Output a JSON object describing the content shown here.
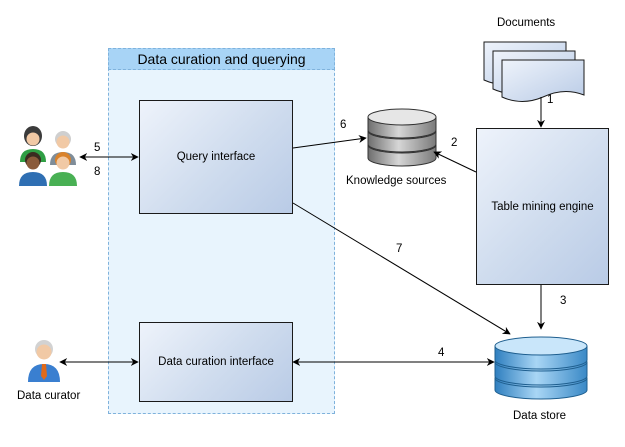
{
  "group": {
    "title": "Data curation and querying"
  },
  "nodes": {
    "query_interface": "Query interface",
    "curation_interface": "Data curation interface",
    "table_mining_engine": "Table mining engine",
    "documents": "Documents",
    "knowledge_sources": "Knowledge sources",
    "data_store": "Data store",
    "data_curator": "Data curator"
  },
  "edges": {
    "docs_to_engine": "1",
    "engine_to_knowledge": "2",
    "engine_to_store": "3",
    "curation_to_store": "4",
    "users_to_query": "5",
    "query_to_knowledge": "6",
    "query_to_store": "7",
    "query_to_users": "8"
  },
  "colors": {
    "group_fill": "#e8f4fd",
    "group_header": "#a8d4f6",
    "group_border": "#7fb2dc",
    "box_fill": "#cfdcee",
    "store_fill": "#5aa9de",
    "knowledge_fill": "#9b9b9b"
  }
}
